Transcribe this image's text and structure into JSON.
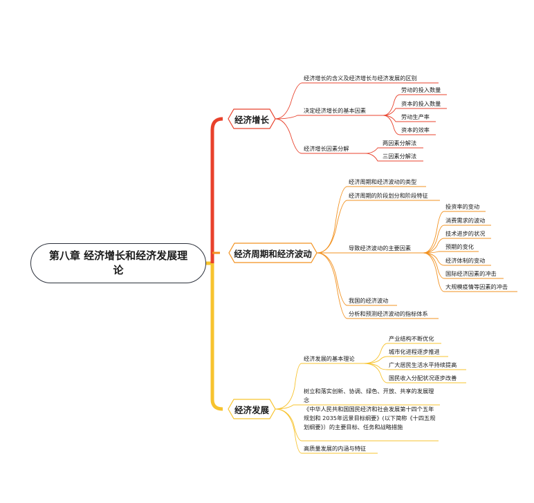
{
  "colors": {
    "red": "#e8412b",
    "orange": "#f2911f",
    "yellow": "#f7c32e",
    "text": "#1a1a1a",
    "root_border": "#2a2f3a"
  },
  "root": {
    "label": "第八章 经济增长和经济发展理论"
  },
  "branches": [
    {
      "label": "经济增长",
      "children": [
        {
          "label": "经济增长的含义及经济增长与经济发展的区别"
        },
        {
          "label": "决定经济增长的基本因素",
          "children": [
            "劳动的投入数量",
            "资本的投入数量",
            "劳动生产率",
            "资本的效率"
          ]
        },
        {
          "label": "经济增长因素分解",
          "children": [
            "两因素分解法",
            "三因素分解法"
          ]
        }
      ]
    },
    {
      "label": "经济周期和经济波动",
      "children": [
        {
          "label": "经济周期和经济波动的类型"
        },
        {
          "label": "经济周期的阶段划分和阶段特征"
        },
        {
          "label": "导致经济波动的主要因素",
          "children": [
            "投资率的变动",
            "消费需求的波动",
            "技术进步的状况",
            "预期的变化",
            "经济体制的变动",
            "国际经济因素的冲击",
            "大规模疫情等因素的冲击"
          ]
        },
        {
          "label": "我国的经济波动"
        },
        {
          "label": "分析和预测经济波动的指标体系"
        }
      ]
    },
    {
      "label": "经济发展",
      "children": [
        {
          "label": "经济发展的基本理论",
          "children": [
            "产业结构不断优化",
            "城市化进程逐步推进",
            "广大居民生活水平持续提高",
            "国民收入分配状况逐步改善"
          ]
        },
        {
          "label": "树立和落实创新、协调、绿色、开放、共享的发展理念"
        },
        {
          "label": "《中华人民共和国国民经济和社会发展第十四个五年规划和 2035年远景目标纲要》(以下简称《十四五规划纲要》）的主要目标、任务和战略措施"
        },
        {
          "label": "高质量发展的内涵与特征"
        }
      ]
    }
  ]
}
